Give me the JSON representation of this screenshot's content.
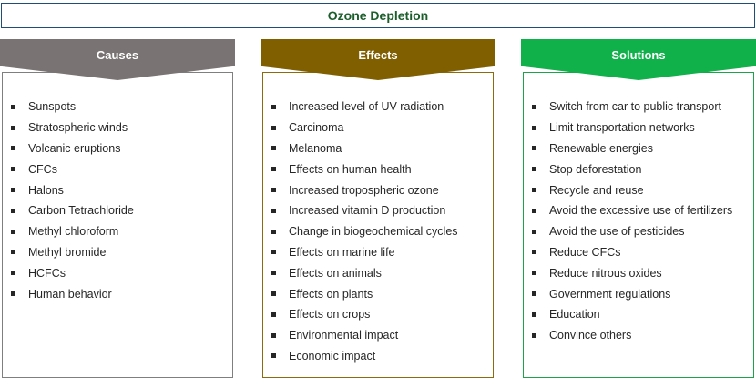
{
  "title": "Ozone Depletion",
  "colors": {
    "causes": "#7a7373",
    "effects": "#7f5f00",
    "solutions": "#10b04a",
    "title_text": "#1b5e2b"
  },
  "columns": [
    {
      "header": "Causes",
      "items": [
        "Sunspots",
        "Stratospheric winds",
        "Volcanic eruptions",
        "CFCs",
        "Halons",
        "Carbon Tetrachloride",
        "Methyl chloroform",
        "Methyl bromide",
        "HCFCs",
        "Human behavior"
      ]
    },
    {
      "header": "Effects",
      "items": [
        "Increased level of UV radiation",
        "Carcinoma",
        "Melanoma",
        "Effects on human health",
        "Increased tropospheric ozone",
        "Increased vitamin D production",
        "Change in biogeochemical cycles",
        "Effects on marine life",
        "Effects on animals",
        "Effects on plants",
        "Effects on crops",
        "Environmental impact",
        "Economic impact"
      ]
    },
    {
      "header": "Solutions",
      "items": [
        "Switch from car to public transport",
        "Limit transportation networks",
        "Renewable energies",
        "Stop deforestation",
        "Recycle and reuse",
        "Avoid the excessive use of fertilizers",
        "Avoid the use of pesticides",
        "Reduce CFCs",
        "Reduce nitrous oxides",
        "Government regulations",
        "Education",
        "Convince others"
      ]
    }
  ]
}
